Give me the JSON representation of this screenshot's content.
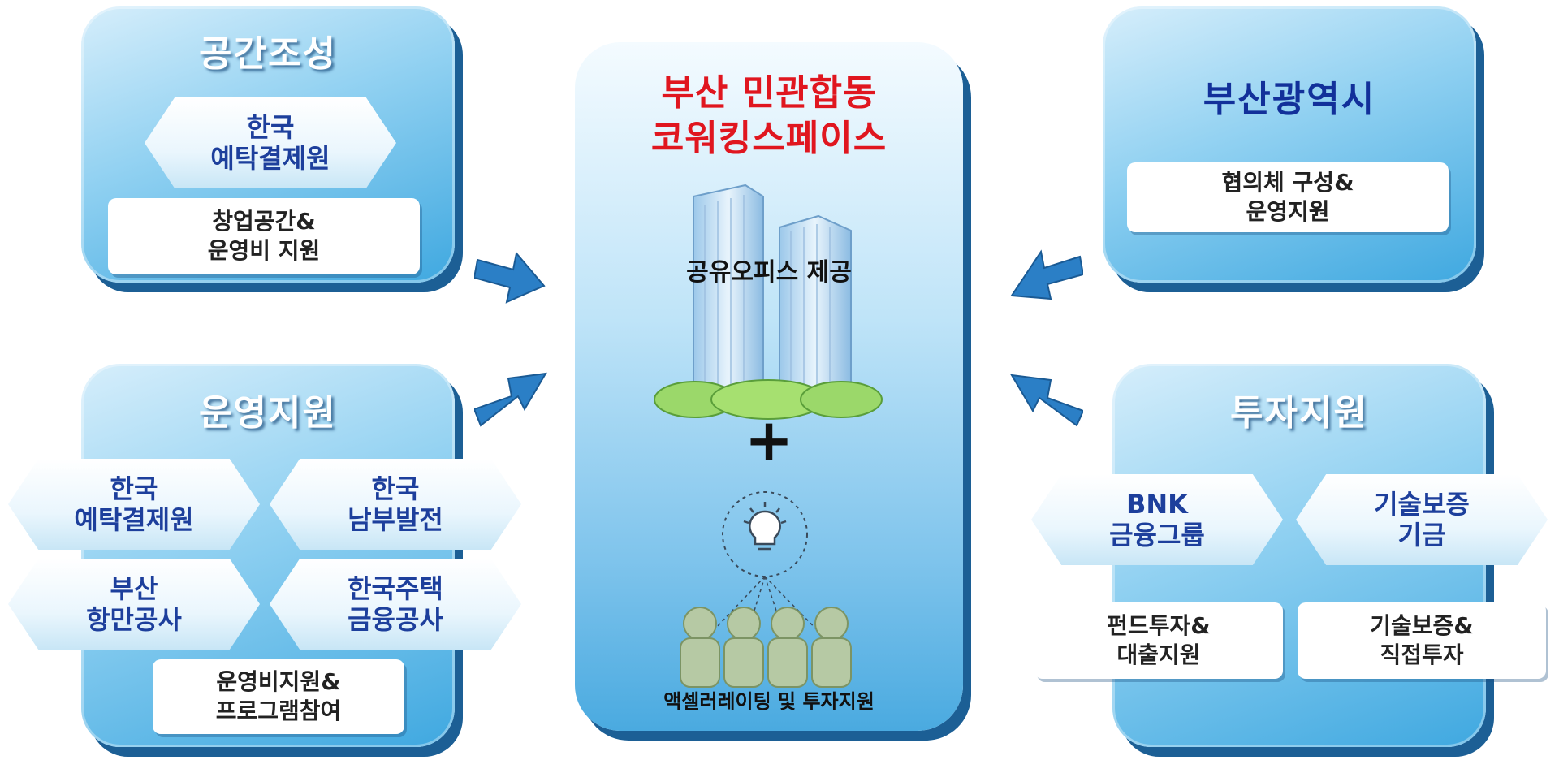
{
  "diagram": {
    "center": {
      "title_line1": "부산 민관합동",
      "title_line2": "코워킹스페이스",
      "office_label": "공유오피스 제공",
      "plus": "+",
      "bottom_label": "액셀러레이팅 및 투자지원"
    },
    "space_creation": {
      "title": "공간조성",
      "hex": {
        "line1": "한국",
        "line2": "예탁결제원"
      },
      "box": {
        "line1": "창업공간&",
        "line2": "운영비 지원"
      }
    },
    "operation_support": {
      "title": "운영지원",
      "hexes": [
        {
          "line1": "한국",
          "line2": "예탁결제원"
        },
        {
          "line1": "한국",
          "line2": "남부발전"
        },
        {
          "line1": "부산",
          "line2": "항만공사"
        },
        {
          "line1": "한국주택",
          "line2": "금융공사"
        }
      ],
      "box": {
        "line1": "운영비지원&",
        "line2": "프로그램참여"
      }
    },
    "busan_city": {
      "title": "부산광역시",
      "box": {
        "line1": "협의체 구성&",
        "line2": "운영지원"
      }
    },
    "investment_support": {
      "title": "투자지원",
      "hexes": [
        {
          "line1": "BNK",
          "line2": "금융그룹"
        },
        {
          "line1": "기술보증",
          "line2": "기금"
        }
      ],
      "boxes": [
        {
          "line1": "펀드투자&",
          "line2": "대출지원"
        },
        {
          "line1": "기술보증&",
          "line2": "직접투자"
        }
      ]
    },
    "colors": {
      "panel_gradient_top": "#d6eefb",
      "panel_gradient_bottom": "#3fa8e0",
      "panel_shadow": "#1c5f95",
      "title_red": "#e0161f",
      "title_navy": "#12309a",
      "hex_text": "#1d3f9c",
      "arrow": "#2b7fc6"
    }
  }
}
